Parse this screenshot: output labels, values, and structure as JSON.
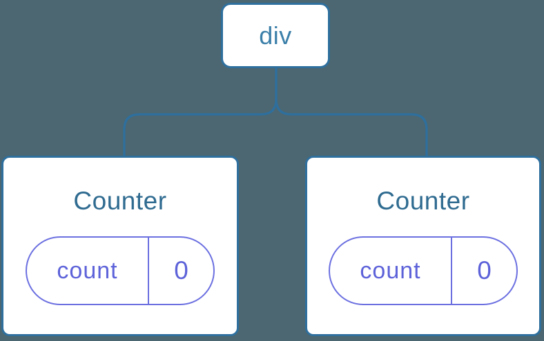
{
  "colors": {
    "canvas_background": "#4c6771",
    "node_fill": "#ffffff",
    "node_border": "#2e6f9e",
    "connector": "#2e6f9e",
    "root_label": "#3b7fa9",
    "component_title": "#2f6b90",
    "state_accent": "#6b6fe0",
    "state_text": "#5d62d9"
  },
  "tree": {
    "root": {
      "label": "div"
    },
    "children": [
      {
        "title": "Counter",
        "state": {
          "key": "count",
          "value": "0"
        }
      },
      {
        "title": "Counter",
        "state": {
          "key": "count",
          "value": "0"
        }
      }
    ]
  }
}
